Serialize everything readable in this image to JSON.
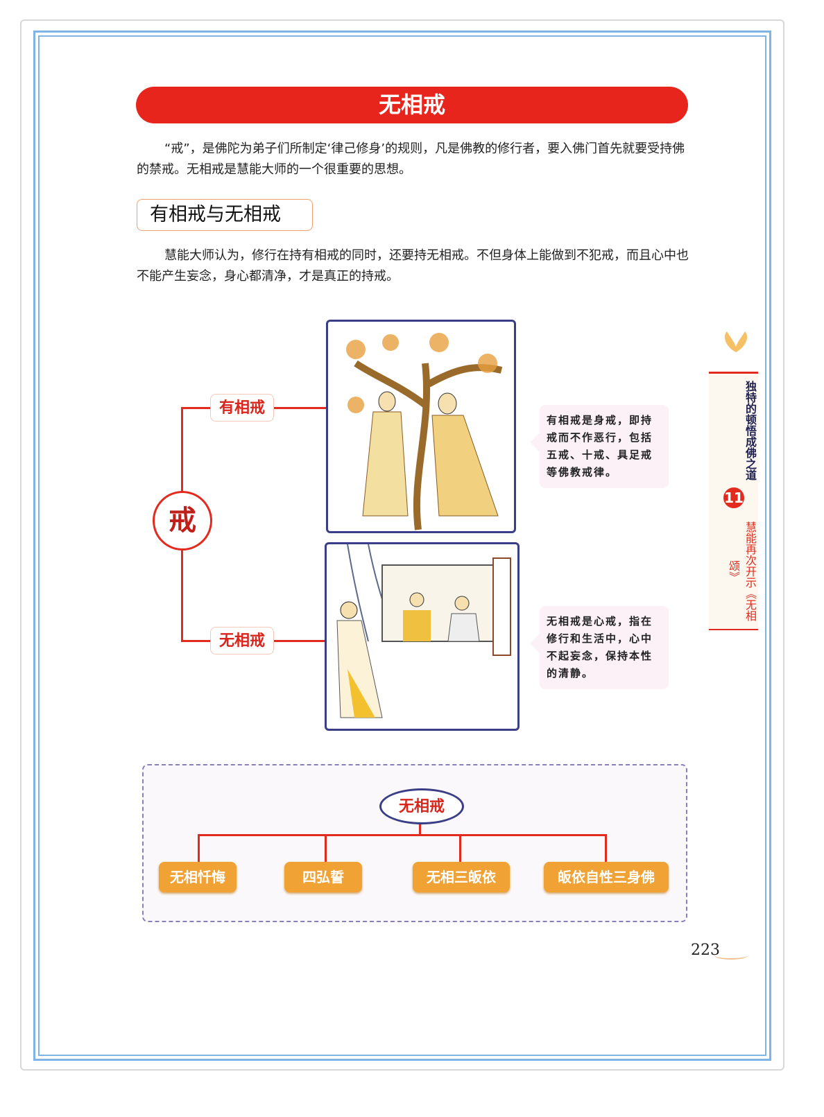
{
  "title": "无相戒",
  "intro": "“戒”，是佛陀为弟子们所制定‘律己修身’的规则，凡是佛教的修行者，要入佛门首先就要受持佛的禁戒。无相戒是慧能大师的一个很重要的思想。",
  "section_title": "有相戒与无相戒",
  "section_text": "慧能大师认为，修行在持有相戒的同时，还要持无相戒。不但身体上能做到不犯戒，而且心中也不能产生妄念，身心都清净，才是真正的持戒。",
  "diagram": {
    "center": "戒",
    "branches": [
      {
        "label": "有相戒",
        "note": "有相戒是身戒，即持戒而不作恶行，包括五戒、十戒、具足戒等佛教戒律。"
      },
      {
        "label": "无相戒",
        "note": "无相戒是心戒，指在修行和生活中，心中不起妄念，保持本性的清静。"
      }
    ]
  },
  "tree": {
    "root": "无相戒",
    "children": [
      "无相忏悔",
      "四弘誓",
      "无相三皈依",
      "皈依自性三身佛"
    ]
  },
  "sidebar": {
    "part": "独特的顿悟成佛之道",
    "chapter_number": "11",
    "chapter": "慧能再次开示《无相颂》"
  },
  "page_number": "223",
  "colors": {
    "accent": "#e8251c",
    "frame": "#7fb4e6",
    "orange": "#f1a234",
    "navy": "#3a3e86"
  }
}
